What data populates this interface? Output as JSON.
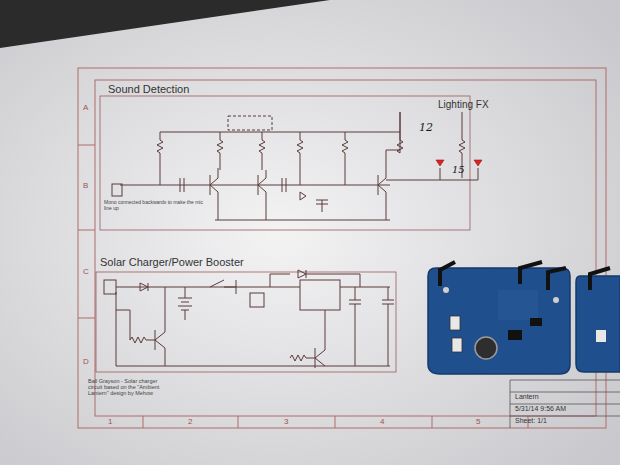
{
  "diagram": {
    "nodes": [
      {
        "text": [
          "Lantern"
        ]
      },
      {
        "text": [
          "5/31/14 9:56 AM"
        ]
      },
      {
        "text": [
          "Sheet: 1/1"
        ]
      }
    ],
    "labels": [
      "Sound Detection",
      "Lighting FX",
      "12",
      "15",
      "Mono connected backwards to make the mic line up",
      "Solar Charger/Power Booster",
      "Ball Grayson - Solar charger circuit based on the \"Ambient Lantern\" design by Mehow",
      "A",
      "B",
      "C",
      "D",
      "1",
      "2",
      "3",
      "4",
      "5"
    ]
  }
}
